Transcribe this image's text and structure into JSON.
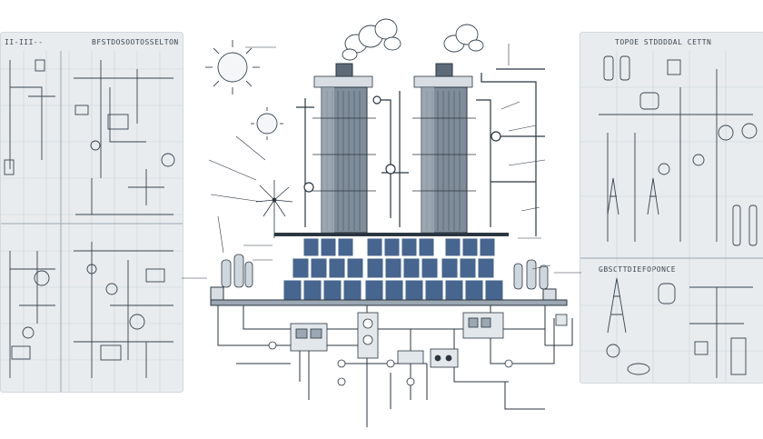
{
  "left_panel": {
    "title_1": "II-III--",
    "title_2": "BFSTDOSOOTOSSELTON"
  },
  "right_panel": {
    "title_1": "TOPOE STDDDDAL CETTN",
    "title_2": "GBSCTTDIEFOPONCE"
  },
  "colors": {
    "ink": "#2b3640",
    "panel_bg": "#e8ecef",
    "panel_grid": "#c9d2d9",
    "solar_blue": "#46658f",
    "tower_gray": "#5d6b78"
  }
}
